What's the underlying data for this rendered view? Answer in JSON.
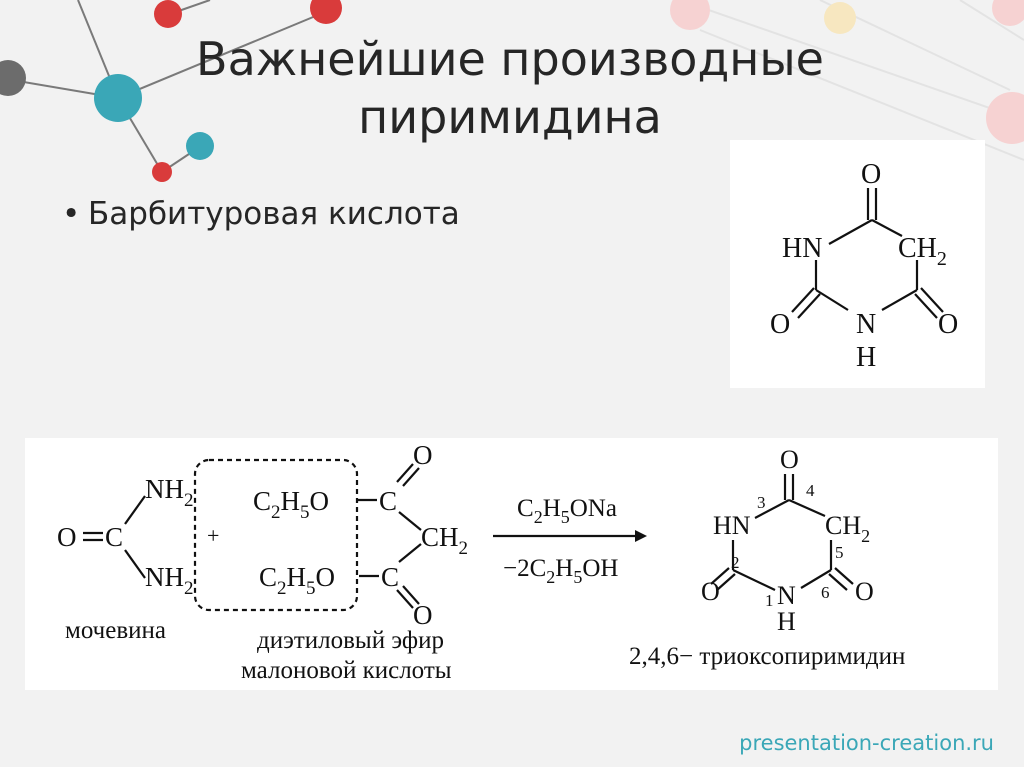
{
  "slide": {
    "title_line1": "Важнейшие производные",
    "title_line2": "пиримидина",
    "bullet": "Барбитуровая кислота",
    "watermark": "presentation-creation.ru"
  },
  "structure": {
    "hn": "HN",
    "ch2": "CH",
    "ch2_sub": "2",
    "o_top": "O",
    "o_left": "O",
    "o_right": "O",
    "n_bottom": "N",
    "h_bottom": "H"
  },
  "reaction": {
    "urea": {
      "o": "O",
      "c": "C",
      "nh_top": "NH",
      "nh_bottom": "NH",
      "sub": "2",
      "label": "мочевина"
    },
    "plus": "+",
    "ester": {
      "c2h5o_top": "C",
      "c2h5o_bottom": "C",
      "c_top": "C",
      "c_bottom": "C",
      "o_top": "O",
      "o_bottom": "O",
      "ch2": "CH",
      "label_line1": "диэтиловый эфир",
      "label_line2": "малоновой кислоты"
    },
    "reagent": "C",
    "byproduct": "−2C",
    "product": {
      "hn": "HN",
      "ch2": "CH",
      "o_top": "O",
      "o_left": "O",
      "o_right": "O",
      "n": "N",
      "h": "H",
      "num_1": "1",
      "num_2": "2",
      "num_3": "3",
      "num_4": "4",
      "num_5": "5",
      "num_6": "6",
      "label": "2,4,6− триоксопиримидин"
    }
  },
  "colors": {
    "accent_teal": "#3aa7b7",
    "accent_red": "#d93b3b",
    "accent_grey": "#6c6c6c"
  }
}
